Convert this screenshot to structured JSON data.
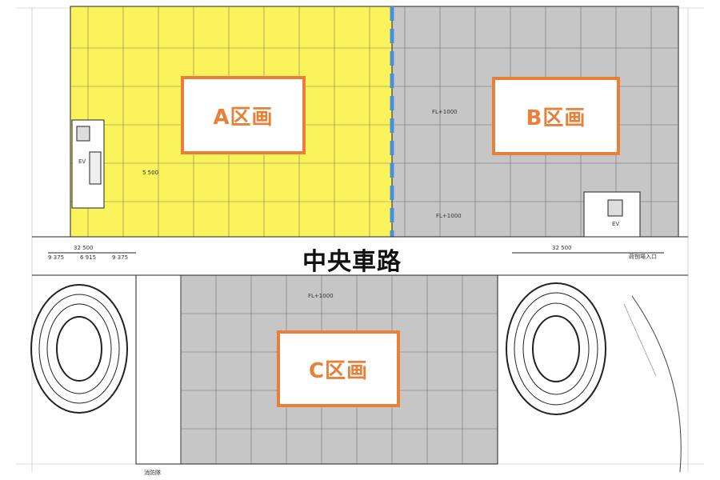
{
  "zones": {
    "a": {
      "label": "A区画",
      "fill": "#fbf35c"
    },
    "b": {
      "label": "B区画",
      "fill": "#c6c6c6"
    },
    "c": {
      "label": "C区画",
      "fill": "#c6c6c6"
    }
  },
  "road": {
    "label": "中央車路"
  },
  "colors": {
    "label_border": "#e8803a",
    "divider": "#4a90d9",
    "line": "#222222",
    "grid": "#555555"
  },
  "annotations": {
    "dim_left": "32 500",
    "dim_right": "32 500",
    "col_a": "9 375",
    "col_b": "6 915",
    "col_c": "9 375",
    "span": "5 500",
    "fl_top": "FL+1000",
    "fl_mid": "FL+1000",
    "fl_c": "FL+1000",
    "entrance": "荷捌場入口",
    "exit_label": "消防隊",
    "stair_left": "EV",
    "stair_right": "EV"
  }
}
